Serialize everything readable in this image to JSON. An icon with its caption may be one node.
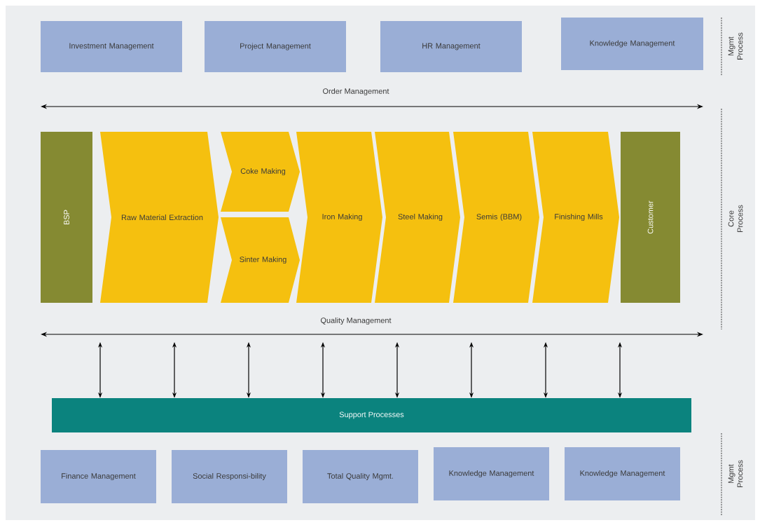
{
  "diagram": {
    "nodes": [
      {
        "text": [
          "Investment Management"
        ]
      },
      {
        "text": [
          "Project Management"
        ]
      },
      {
        "text": [
          "HR Management"
        ]
      },
      {
        "text": [
          "Knowledge Management"
        ]
      },
      {
        "text": [
          "BSP"
        ]
      },
      {
        "text": [
          "Raw Material Extraction"
        ]
      },
      {
        "text": [
          "Coke Making"
        ]
      },
      {
        "text": [
          "Sinter Making"
        ]
      },
      {
        "text": [
          "Iron Making"
        ]
      },
      {
        "text": [
          "Steel Making"
        ]
      },
      {
        "text": [
          "Semis (BBM)"
        ]
      },
      {
        "text": [
          "Finishing Mills"
        ]
      },
      {
        "text": [
          "Customer"
        ]
      },
      {
        "text": [
          "Support Processes"
        ]
      },
      {
        "text": [
          "Finance Management"
        ]
      },
      {
        "text": [
          "Social Responsi-bility"
        ]
      },
      {
        "text": [
          "Total Quality Mgmt."
        ]
      },
      {
        "text": [
          "Knowledge Management"
        ]
      },
      {
        "text": [
          "Knowledge Management"
        ]
      }
    ],
    "edges": [
      {
        "from": null,
        "to": 13,
        "arrow": "both"
      },
      {
        "from": null,
        "to": 13,
        "arrow": "both"
      },
      {
        "from": null,
        "to": 13,
        "arrow": "both"
      },
      {
        "from": null,
        "to": 13,
        "arrow": "both"
      },
      {
        "from": null,
        "to": 13,
        "arrow": "both"
      },
      {
        "from": null,
        "to": 13,
        "arrow": "both"
      },
      {
        "from": null,
        "to": 13,
        "arrow": "both"
      },
      {
        "from": null,
        "to": 13,
        "arrow": "both"
      }
    ],
    "labels": [
      "Mgmt Process",
      "Order Management",
      "Core Process",
      "Quality Management",
      "Mgmt Process"
    ]
  }
}
